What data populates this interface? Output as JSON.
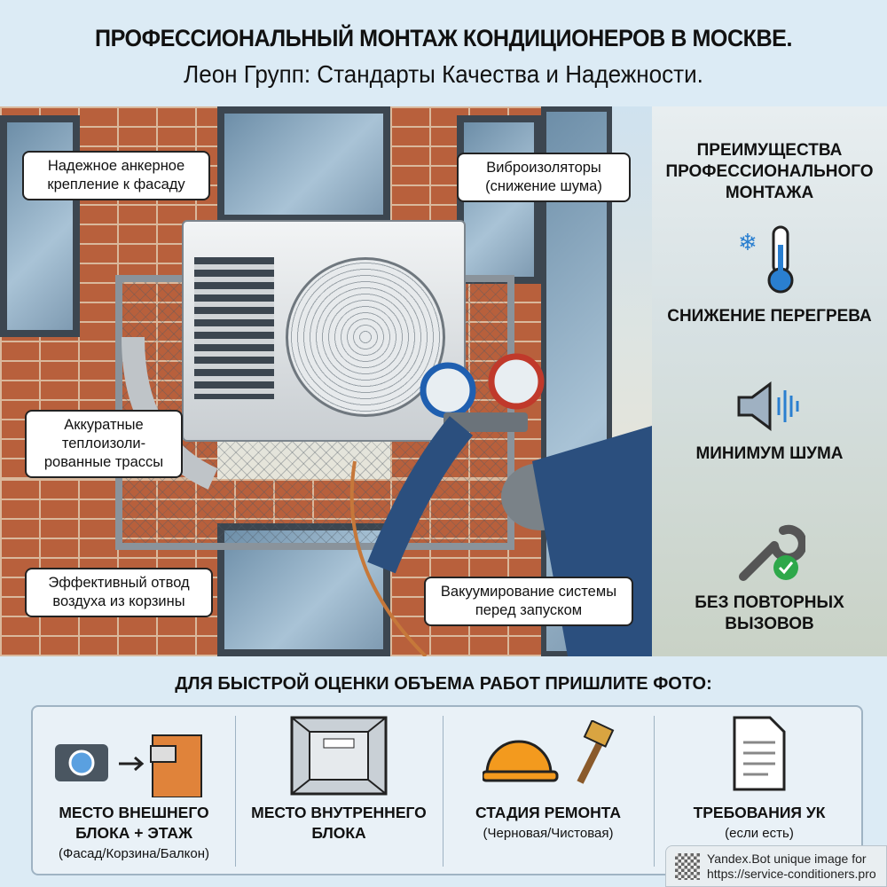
{
  "header": {
    "title": "ПРОФЕССИОНАЛЬНЫЙ МОНТАЖ КОНДИЦИОНЕРОВ В МОСКВЕ.",
    "subtitle": "Леон Групп: Стандарты Качества и Надежности."
  },
  "scene": {
    "callouts": [
      "Надежное анкерное крепление к фасаду",
      "Виброизоляторы (снижение шума)",
      "Аккуратные теплоизоли-рованные трассы",
      "Эффективный отвод воздуха из корзины",
      "Вакуумирование системы перед запуском"
    ]
  },
  "benefits": {
    "title": "ПРЕИМУЩЕСТВА ПРОФЕССИОНАЛЬНОГО МОНТАЖА",
    "items": [
      {
        "icon": "thermometer-snowflake-icon",
        "label": "СНИЖЕНИЕ ПЕРЕГРЕВА"
      },
      {
        "icon": "speaker-low-noise-icon",
        "label": "МИНИМУМ ШУМА"
      },
      {
        "icon": "wrench-check-icon",
        "label": "БЕЗ ПОВТОРНЫХ ВЫЗОВОВ"
      }
    ]
  },
  "photo_request": {
    "heading": "ДЛЯ БЫСТРОЙ ОЦЕНКИ ОБЪЕМА РАБОТ ПРИШЛИТЕ ФОТО:",
    "items": [
      {
        "icon": "camera-to-building-icon",
        "title": "МЕСТО ВНЕШНЕГО БЛОКА + ЭТАЖ",
        "sub": "(Фасад/Корзина/Балкон)"
      },
      {
        "icon": "room-indoor-unit-icon",
        "title": "МЕСТО ВНУТРЕННЕГО БЛОКА",
        "sub": ""
      },
      {
        "icon": "hardhat-brush-icon",
        "title": "СТАДИЯ РЕМОНТА",
        "sub": "(Черновая/Чистовая)"
      },
      {
        "icon": "document-icon",
        "title": "ТРЕБОВАНИЯ УК",
        "sub": "(если есть)"
      }
    ]
  },
  "watermark": {
    "line1": "Yandex.Bot unique image for",
    "line2": "https://service-conditioners.pro"
  },
  "colors": {
    "background": "#dcebf5",
    "brick": "#b8603c",
    "accent_blue": "#2a7fd0",
    "check_green": "#2ea84a",
    "helmet_orange": "#f39a1e"
  }
}
